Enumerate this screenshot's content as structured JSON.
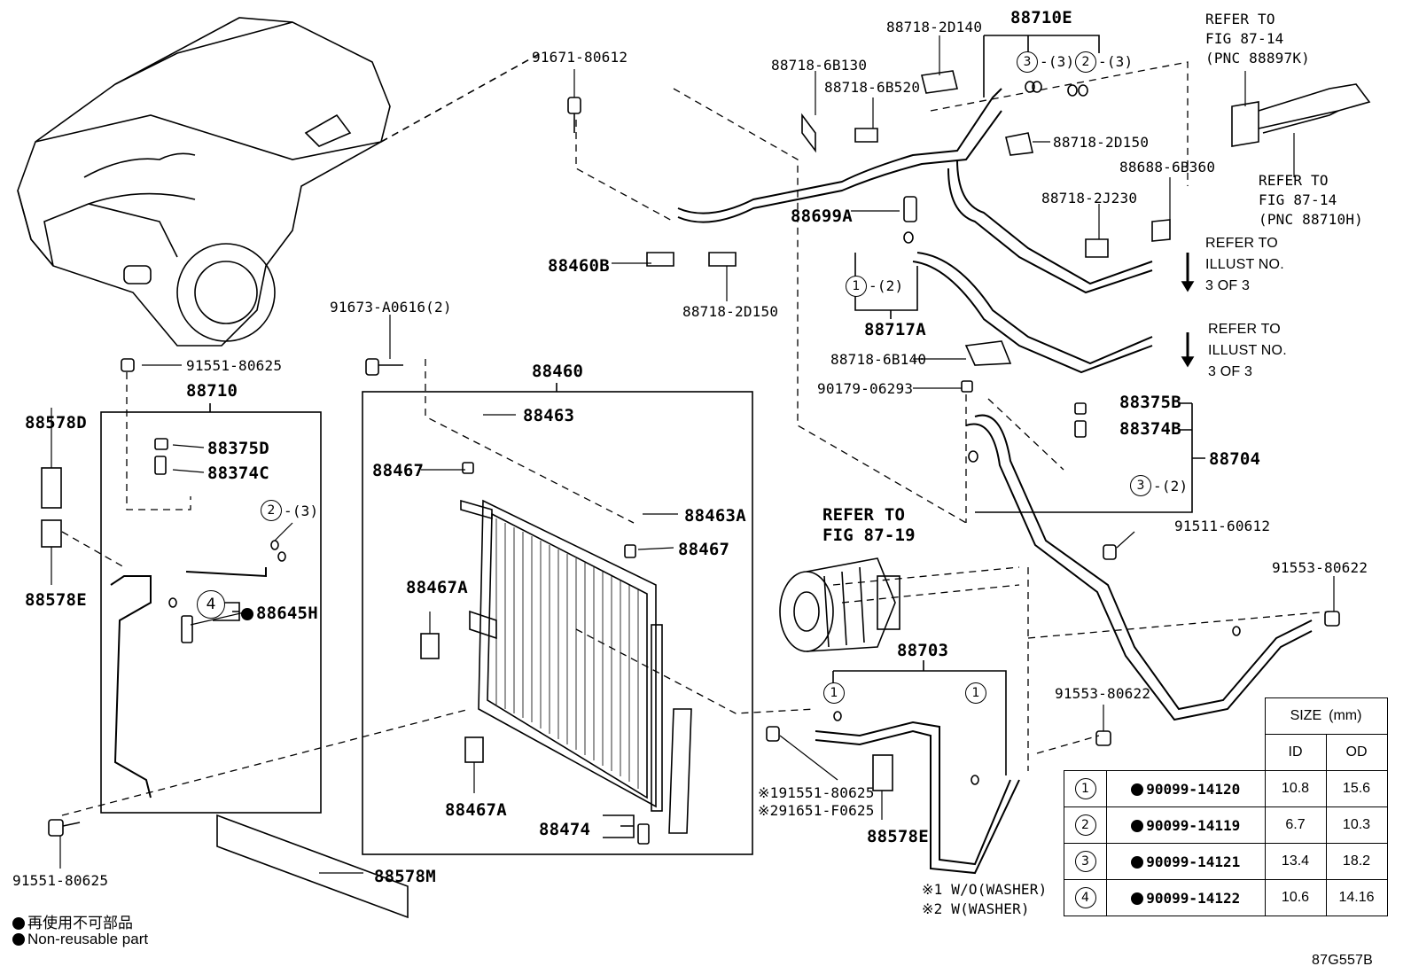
{
  "labels": {
    "p91671": "91671-80612",
    "p88718_2D140": "88718-2D140",
    "p88710E": "88710E",
    "p88718_6B130": "88718-6B130",
    "p88718_6B520": "88718-6B520",
    "c3a": "3",
    "c3a_q": "-(3)",
    "c2a": "2",
    "c2a_q": "-(3)",
    "ref1": "REFER TO",
    "ref1b": "FIG 87-14",
    "ref1c": "(PNC 88897K)",
    "p88718_2D150a": "88718-2D150",
    "p88688": "88688-6B360",
    "ref2": "REFER TO",
    "ref2b": "FIG 87-14",
    "ref2c": "(PNC 88710H)",
    "p88718_2J230": "88718-2J230",
    "ref3": "REFER TO",
    "ref3b": "ILLUST NO.",
    "ref3c": "3 OF 3",
    "ref4": "REFER TO",
    "ref4b": "ILLUST NO.",
    "ref4c": "3 OF 3",
    "p88699A": "88699A",
    "p88460B": "88460B",
    "c1a": "1",
    "c1a_q": "-(2)",
    "p88717A": "88717A",
    "p88718_2D150b": "88718-2D150",
    "p91673": "91673-A0616(2)",
    "p88718_6B140": "88718-6B140",
    "p90179": "90179-06293",
    "p91551_top": "91551-80625",
    "p88710": "88710",
    "p88460": "88460",
    "p88375B": "88375B",
    "p88374B": "88374B",
    "p88704": "88704",
    "c3b": "3",
    "c3b_q": "-(2)",
    "p88578D": "88578D",
    "p88375D": "88375D",
    "p88374C": "88374C",
    "p88463": "88463",
    "p88467a": "88467",
    "c2b": "2",
    "c2b_q": "-(3)",
    "p88578E_l": "88578E",
    "c4": "4",
    "p88645H": "88645H",
    "p88463A": "88463A",
    "p88467b": "88467",
    "p88467A_top": "88467A",
    "ref5": "REFER TO",
    "ref5b": "FIG 87-19",
    "p91511": "91511-60612",
    "p91553a": "91553-80622",
    "p88703": "88703",
    "c1b": "1",
    "c1c": "1",
    "p91553b": "91553-80622",
    "p88467A_bot": "88467A",
    "p88474": "88474",
    "p191551": "※191551-80625",
    "p291651": "※291651-F0625",
    "p88578E_r": "88578E",
    "p91551_bot": "91551-80625",
    "p88578M": "88578M",
    "note1": "※1 W/O(WASHER)",
    "note2": "※2 W(WASHER)",
    "fig_code": "87G557B"
  },
  "legend": {
    "jp": "再使用不可部品",
    "en": "Non-reusable part"
  },
  "size_table": {
    "header": "SIZE (mm)",
    "id_col": "ID",
    "od_col": "OD",
    "rows": [
      {
        "num": "1",
        "part": "90099-14120",
        "id": "10.8",
        "od": "15.6"
      },
      {
        "num": "2",
        "part": "90099-14119",
        "id": "6.7",
        "od": "10.3"
      },
      {
        "num": "3",
        "part": "90099-14121",
        "id": "13.4",
        "od": "18.2"
      },
      {
        "num": "4",
        "part": "90099-14122",
        "id": "10.6",
        "od": "14.16"
      }
    ]
  }
}
